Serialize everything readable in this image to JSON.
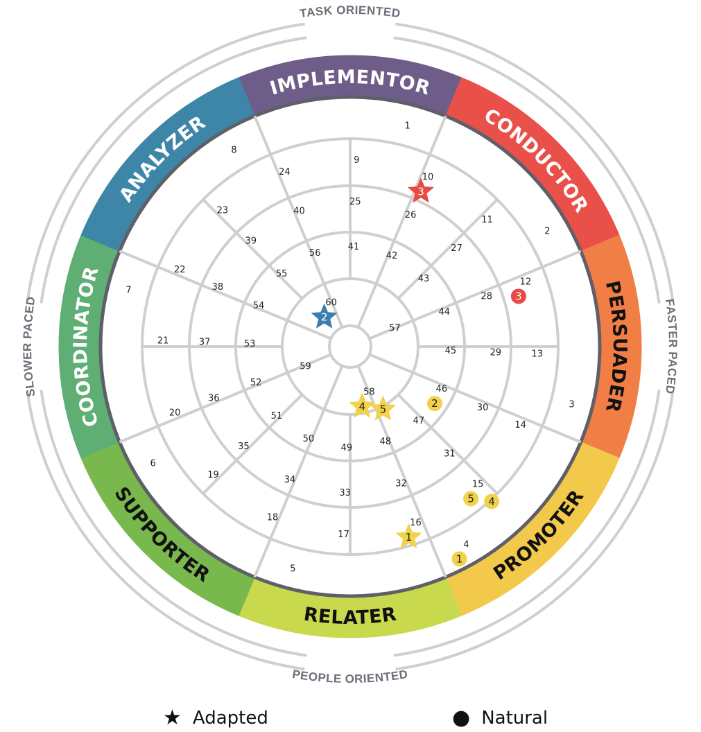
{
  "axes": {
    "top": "TASK ORIENTED",
    "bottom": "PEOPLE ORIENTED",
    "left": "SLOWER PACED",
    "right": "FASTER PACED"
  },
  "styles": [
    {
      "name": "IMPLEMENTOR",
      "color": "#ffffff"
    },
    {
      "name": "CONDUCTOR",
      "color": "#ffffff"
    },
    {
      "name": "PERSUADER",
      "color": "#111111"
    },
    {
      "name": "PROMOTER",
      "color": "#111111"
    },
    {
      "name": "RELATER",
      "color": "#111111"
    },
    {
      "name": "SUPPORTER",
      "color": "#111111"
    },
    {
      "name": "COORDINATOR",
      "color": "#ffffff"
    },
    {
      "name": "ANALYZER",
      "color": "#ffffff"
    }
  ],
  "rings": [
    {
      "ring": 1,
      "numbers": [
        "1",
        "2",
        "3",
        "4",
        "5",
        "6",
        "7",
        "8"
      ]
    },
    {
      "ring": 2,
      "numbers": [
        "9",
        "10",
        "11",
        "12",
        "13",
        "14",
        "15",
        "16",
        "17",
        "18",
        "19",
        "20",
        "21",
        "22",
        "23",
        "24"
      ]
    },
    {
      "ring": 3,
      "numbers": [
        "25",
        "26",
        "27",
        "28",
        "29",
        "30",
        "31",
        "32",
        "33",
        "34",
        "35",
        "36",
        "37",
        "38",
        "39",
        "40"
      ]
    },
    {
      "ring": 4,
      "numbers": [
        "41",
        "42",
        "43",
        "44",
        "45",
        "46",
        "47",
        "48",
        "49",
        "50",
        "51",
        "52",
        "53",
        "54",
        "55",
        "56"
      ]
    },
    {
      "ring": 5,
      "numbers": [
        "57",
        "58",
        "59",
        "60"
      ]
    }
  ],
  "markers": [
    {
      "type": "adapted",
      "label": "3",
      "segment": "10",
      "color": "#e84a45"
    },
    {
      "type": "natural",
      "label": "3",
      "segment": "12",
      "color": "#e84a45"
    },
    {
      "type": "adapted",
      "label": "2",
      "segment": "60",
      "color": "#3b7fae"
    },
    {
      "type": "adapted",
      "label": "4",
      "segment": "58",
      "color": "#f2d24b"
    },
    {
      "type": "adapted",
      "label": "5",
      "segment": "58",
      "color": "#f2d24b"
    },
    {
      "type": "natural",
      "label": "2",
      "segment": "46",
      "color": "#f2d24b"
    },
    {
      "type": "natural",
      "label": "5",
      "segment": "15",
      "color": "#f2d24b"
    },
    {
      "type": "natural",
      "label": "4",
      "segment": "15",
      "color": "#f2d24b"
    },
    {
      "type": "adapted",
      "label": "1",
      "segment": "16",
      "color": "#f2d24b"
    },
    {
      "type": "natural",
      "label": "1",
      "segment": "4",
      "color": "#f2d24b"
    }
  ],
  "legend": {
    "adapted_label": "Adapted",
    "natural_label": "Natural",
    "adapted_icon": "star-icon",
    "natural_icon": "circle-icon"
  }
}
